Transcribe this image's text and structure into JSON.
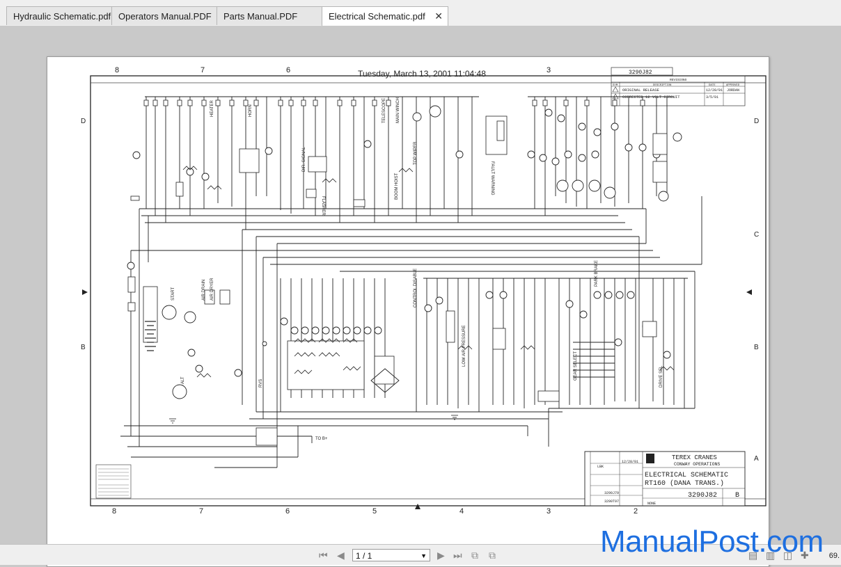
{
  "tabs": [
    {
      "label": "Hydraulic Schematic.pdf",
      "active": false
    },
    {
      "label": "Operators Manual.PDF",
      "active": false
    },
    {
      "label": "Parts Manual.PDF",
      "active": false
    },
    {
      "label": "Electrical Schematic.pdf",
      "active": true
    }
  ],
  "tab_close_glyph": "✕",
  "document": {
    "print_header": "Tuesday, March 13, 2001 11:04:48",
    "border_columns_top": [
      "8",
      "7",
      "6",
      "3"
    ],
    "border_columns_bottom": [
      "8",
      "7",
      "6",
      "5",
      "4",
      "3",
      "2"
    ],
    "border_rows_right": [
      "D",
      "C",
      "B",
      "A"
    ],
    "drawing_number_top": "3290J82",
    "revisions": {
      "title": "REVISIONS",
      "headers": [
        "SYM",
        "DESCRIPTION",
        "DATE",
        "APPROVED"
      ],
      "rows": [
        {
          "description": "ORIGINAL RELEASE",
          "date": "12/28/01",
          "approved": "JORDAN"
        },
        {
          "description": "CORRECTED 12 VOLT CIRCUIT",
          "date": "3/5/01",
          "approved": ""
        }
      ]
    },
    "title_block": {
      "company": "TEREX CRANES",
      "division": "CONWAY OPERATIONS",
      "title_line1": "ELECTRICAL SCHEMATIC",
      "title_line2": "RT160 (DANA TRANS.)",
      "drawing_number": "3290J82",
      "revision": "B",
      "drawn_by": "LBK",
      "date": "12/28/01",
      "model_number": "3290J79",
      "next_assembly": "3290T97",
      "scale": "NONE"
    },
    "circuit_labels": {
      "horn": "HORN",
      "heater": "HEATER",
      "fault_warning": "FAULT WARNING",
      "start": "START",
      "alternator": "ALT",
      "batt_plus": "TO B+",
      "dir_signal": "DIR. SIGNAL",
      "flasher": "FLASHER",
      "telescope": "TELESCOPE",
      "main_winch": "MAIN WINCH",
      "boom_hoist": "BOOM HOIST",
      "top_wiper": "TOP WIPER",
      "control_disable": "CONTROL DISABLE",
      "low_air_pressure": "LOW AIR PRESSURE",
      "gear_select": "GEAR SELECT",
      "drive_sel": "DRIVE SEL",
      "park_brake": "PARK BRAKE",
      "air_dryer": "AIR DRYER",
      "air_drain": "AIR DRAIN",
      "reverse": "RVS"
    }
  },
  "navigation": {
    "first_icon": "first-page-icon",
    "prev_icon": "prev-page-icon",
    "page_indicator": "1 / 1",
    "next_icon": "next-page-icon",
    "last_icon": "last-page-icon",
    "zoom_text": "69."
  },
  "watermark": "ManualPost.com"
}
